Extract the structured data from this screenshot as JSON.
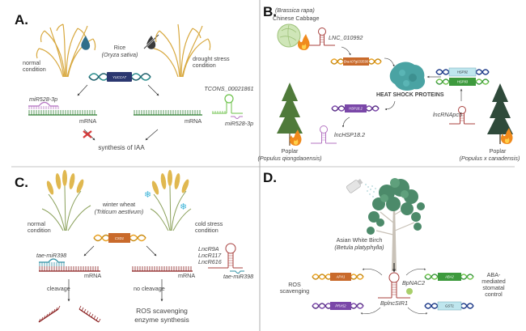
{
  "figure": {
    "panels": [
      {
        "id": "A",
        "label": "A.",
        "species_common": "Rice",
        "species_latin": "(Oryza sativa)",
        "left_condition": [
          "normal",
          "condition"
        ],
        "right_condition": [
          "drought stress",
          "condition"
        ],
        "gene": "YUCCA7",
        "mirna_left": "miR528-3p",
        "mrna_left": "mRNA",
        "mrna_right": "mRNA",
        "lncrna": "TCONS_00021861",
        "lncrna_mirna": "miR528-3p",
        "outcome": "synthesis of IAA"
      },
      {
        "id": "B",
        "label": "B.",
        "species1_latin": "(Brassica rapa)",
        "species1_common": "Chinese Cabbage",
        "lnc1": "LNC_010992",
        "gene1": "BraA07g033590",
        "center": "HEAT SHOCK PROTEINS",
        "gene2": "HSP92",
        "gene3": "HSP93",
        "lnc2": "lncRNApc5",
        "gene4": "HSP18.2",
        "lnc3": "lncHSP18.2",
        "species2_common": "Poplar",
        "species2_latin": "(Populus qiongdaoensis)",
        "species3_common": "Poplar",
        "species3_latin": "(Populus x canadensis)"
      },
      {
        "id": "C",
        "label": "C.",
        "species_common": "winter wheat",
        "species_latin": "(Triticum aestivum)",
        "left_condition": [
          "normal",
          "condition"
        ],
        "right_condition": [
          "cold stress",
          "condition"
        ],
        "gene": "CSD1",
        "mirna_left": "tae-miR398",
        "mrna_left": "mRNA",
        "mrna_right": "mRNA",
        "lncrnas": [
          "LncR9A",
          "LncR117",
          "LncR616"
        ],
        "lncrna_mirna": "tae-miR398",
        "left_arrow_label": "cleavage",
        "right_arrow_label": "no cleavage",
        "outcome": [
          "ROS scavenging",
          "enzyme synthesis"
        ]
      },
      {
        "id": "D",
        "label": "D.",
        "species_common": "Asian White Birch",
        "species_latin": "(Betula platyphylla)",
        "tf": "BpNAC2",
        "lncrna": "BplncSIR1",
        "gene_tl": "APX1",
        "gene_bl": "PRX52",
        "gene_tr": "ABA2",
        "gene_br": "GST1",
        "left_label": [
          "ROS",
          "scavenging"
        ],
        "right_label": [
          "ABA-",
          "mediated",
          "stomatal",
          "control"
        ]
      }
    ],
    "colors": {
      "divider": "#9a9a9a",
      "rice_gold": "#d8a940",
      "water_blue": "#2f6e8a",
      "yucca_navy": "#2b3770",
      "helix_teal": "#2a8c8c",
      "mrna_green": "#2e7d32",
      "mirna_pink": "#b574c2",
      "lnc_green": "#6cc24a",
      "brassica_orange": "#c96a2b",
      "helix_orange": "#e8a020",
      "protein_teal": "#4aa3a3",
      "hsp92_box": "#bfe6ee",
      "hsp93_box": "#3d9a3d",
      "hsp18_purple": "#7a47a8",
      "lnc_maroon": "#a8403e",
      "wheat_mrna": "#8a1f1f",
      "mirna_teal": "#2e8fa3",
      "snow_blue": "#3db4d8",
      "tree_green": "#4c8a6a",
      "fire": "#f08a1c",
      "red_x": "#d63a3a"
    }
  }
}
